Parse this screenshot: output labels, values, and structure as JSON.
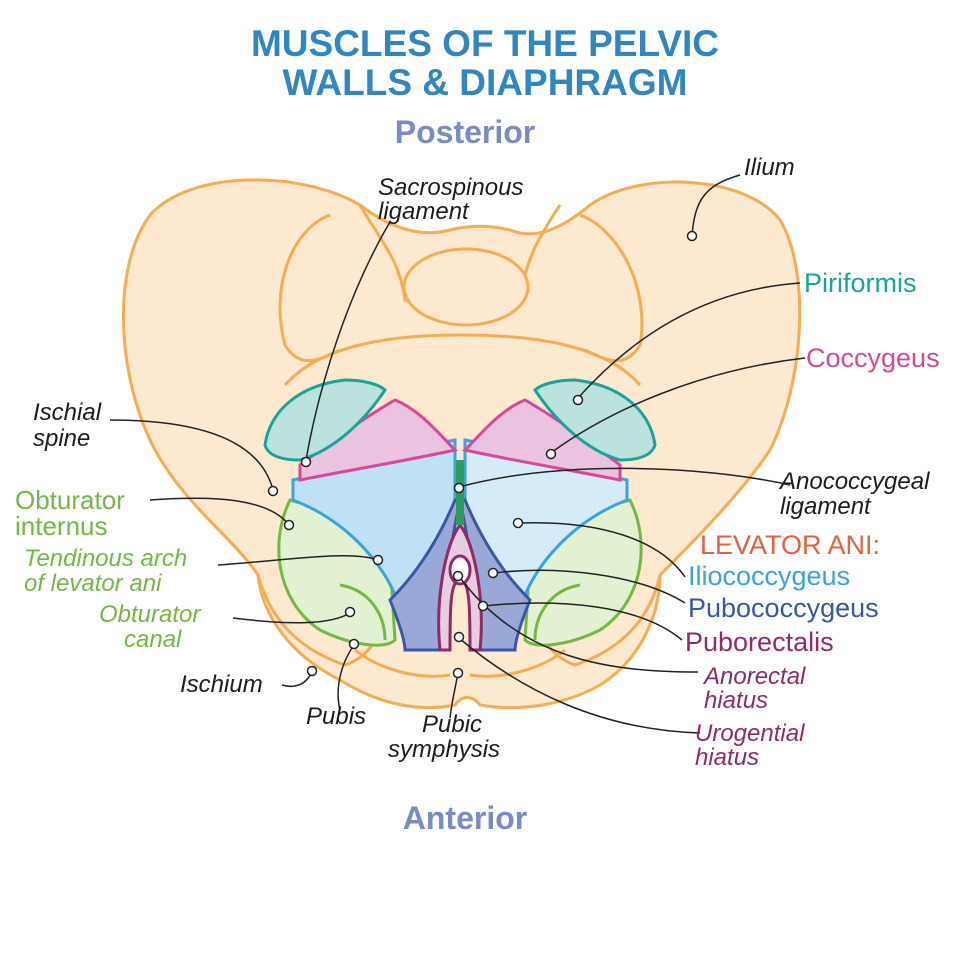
{
  "title": {
    "line1": "MUSCLES OF THE PELVIC",
    "line2": "WALLS & DIAPHRAGM"
  },
  "orientation": {
    "top": "Posterior",
    "bottom": "Anterior"
  },
  "labels": {
    "sacrospinous_1": "Sacrospinous",
    "sacrospinous_2": "ligament",
    "ilium": "Ilium",
    "piriformis": "Piriformis",
    "coccygeus": "Coccygeus",
    "ischial_spine_1": "Ischial",
    "ischial_spine_2": "spine",
    "anococcygeal_1": "Anococcygeal",
    "anococcygeal_2": "ligament",
    "obturator_internus_1": "Obturator",
    "obturator_internus_2": "internus",
    "levator_ani": "LEVATOR ANI:",
    "tendinous_1": "Tendinous arch",
    "tendinous_2": "of levator ani",
    "iliococcygeus": "Iliococcygeus",
    "obturator_canal_1": "Obturator",
    "obturator_canal_2": "canal",
    "pubococcygeus": "Pubococcygeus",
    "puborectalis": "Puborectalis",
    "ischium": "Ischium",
    "anorectal_1": "Anorectal",
    "anorectal_2": "hiatus",
    "pubis": "Pubis",
    "pubic_symphysis_1": "Pubic",
    "pubic_symphysis_2": "symphysis",
    "urogenital_1": "Urogential",
    "urogenital_2": "hiatus"
  },
  "colors": {
    "title": "#2f86c0",
    "orientation": "#7b8bc3",
    "bone_fill": "#fde9cf",
    "bone_stroke": "#f4ac55",
    "piriformis": "#1aa39a",
    "coccygeus": "#d9479a",
    "iliococcygeus": "#3aa3de",
    "pubococcygeus": "#3c56a6",
    "puborectalis": "#8e2b68",
    "levator_ani": "#e5603f",
    "obturator": "#74b844",
    "anococcygeal": "#2f9c5e"
  }
}
